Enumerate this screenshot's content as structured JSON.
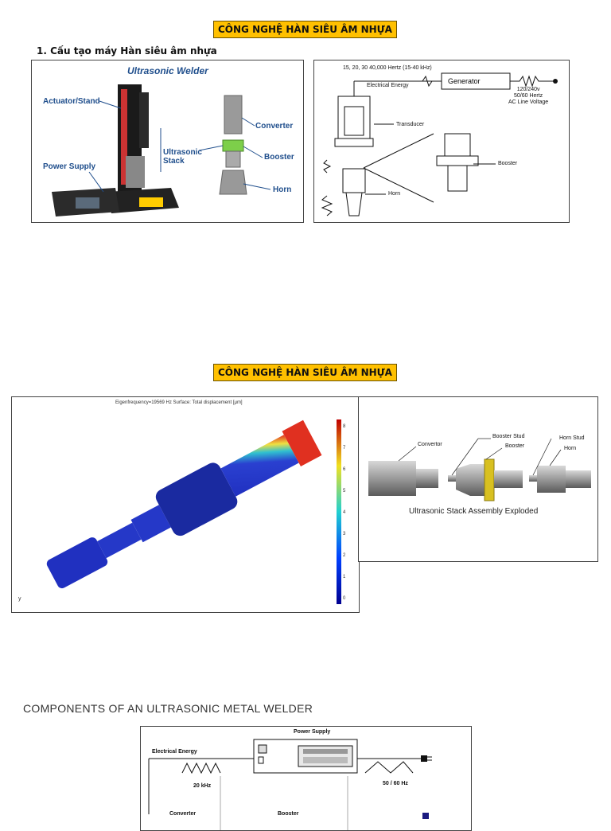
{
  "section1": {
    "title": "CÔNG NGHỆ HÀN SIÊU ÂM NHỰA",
    "heading": "1. Cấu tạo máy Hàn siêu âm nhựa",
    "welder_figure": {
      "title": "Ultrasonic Welder",
      "labels": {
        "actuator": "Actuator/Stand",
        "power_supply": "Power Supply",
        "stack": "Ultrasonic\nStack",
        "converter": "Converter",
        "booster": "Booster",
        "horn": "Horn"
      }
    },
    "schematic": {
      "frequency": "15, 20, 30 40,000 Hertz (15-40 kHz)",
      "electrical_energy": "Electrical Energy",
      "generator": "Generator",
      "line_voltage": "120/240v\n50/60 Hertz\nAC Line Voltage",
      "transducer": "Transducer",
      "booster": "Booster",
      "horn": "Horn"
    }
  },
  "section2": {
    "title": "CÔNG NGHỆ HÀN SIÊU ÂM NHỰA",
    "fea": {
      "caption": "Eigenfrequency=19569 Hz   Surface: Total displacement [μm]",
      "scale_ticks": [
        "8",
        "7",
        "6",
        "5",
        "4",
        "3",
        "2",
        "1",
        "0"
      ]
    },
    "exploded": {
      "converter": "Convertor",
      "booster_stud": "Booster Stud",
      "booster": "Booster",
      "horn_stud": "Horn Stud",
      "horn": "Horn",
      "caption": "Ultrasonic Stack Assembly Exploded"
    }
  },
  "section3": {
    "title": "COMPONENTS OF AN ULTRASONIC METAL WELDER",
    "diagram": {
      "power_supply": "Power Supply",
      "electrical_energy": "Electrical Energy",
      "freq_20": "20 kHz",
      "freq_line": "50 / 60 Hz",
      "converter": "Converter",
      "booster": "Booster"
    }
  }
}
